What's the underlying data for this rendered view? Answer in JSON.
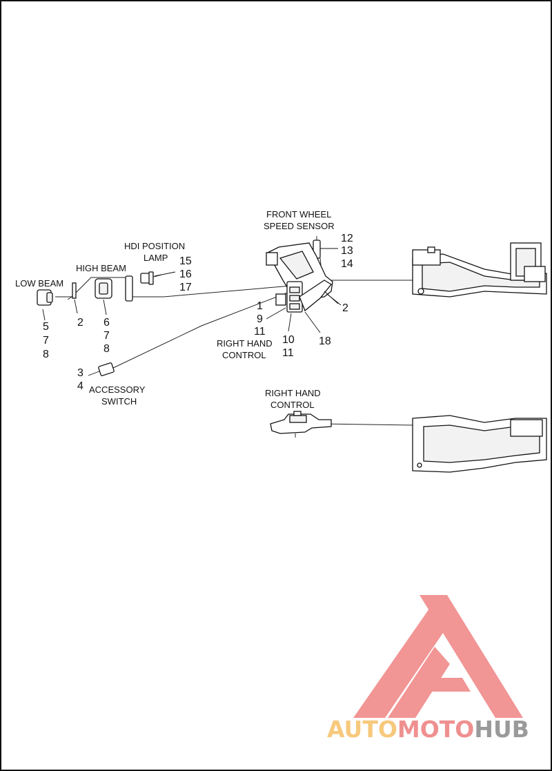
{
  "labels": {
    "low_beam": "LOW BEAM",
    "high_beam": "HIGH BEAM",
    "hdi_position_lamp_line1": "HDI POSITION",
    "hdi_position_lamp_line2": "LAMP",
    "front_wheel_speed_sensor_line1": "FRONT WHEEL",
    "front_wheel_speed_sensor_line2": "SPEED SENSOR",
    "right_hand_control_line1": "RIGHT HAND",
    "right_hand_control_line2": "CONTROL",
    "accessory_switch_line1": "ACCESSORY",
    "accessory_switch_line2": "SWITCH",
    "right_hand_control2_line1": "RIGHT HAND",
    "right_hand_control2_line2": "CONTROL"
  },
  "callouts": {
    "low_beam": [
      "5",
      "7",
      "8"
    ],
    "high_beam_clip": "2",
    "high_beam": [
      "6",
      "7",
      "8"
    ],
    "hdi": [
      "15",
      "16",
      "17"
    ],
    "sensor": [
      "12",
      "13",
      "14"
    ],
    "control_left": [
      "1",
      "9",
      "11"
    ],
    "control_bottom": [
      "10",
      "11"
    ],
    "control_right_2": "2",
    "control_right_18": "18",
    "accessory": [
      "3",
      "4"
    ]
  },
  "watermark": {
    "part1": "AUTO",
    "part2": "MOTO",
    "part3": "HUB",
    "color_auto": "#f7c97c",
    "color_moto": "#ef9090",
    "color_hub": "#9a9a9a",
    "logo_color": "#f08a8a"
  }
}
